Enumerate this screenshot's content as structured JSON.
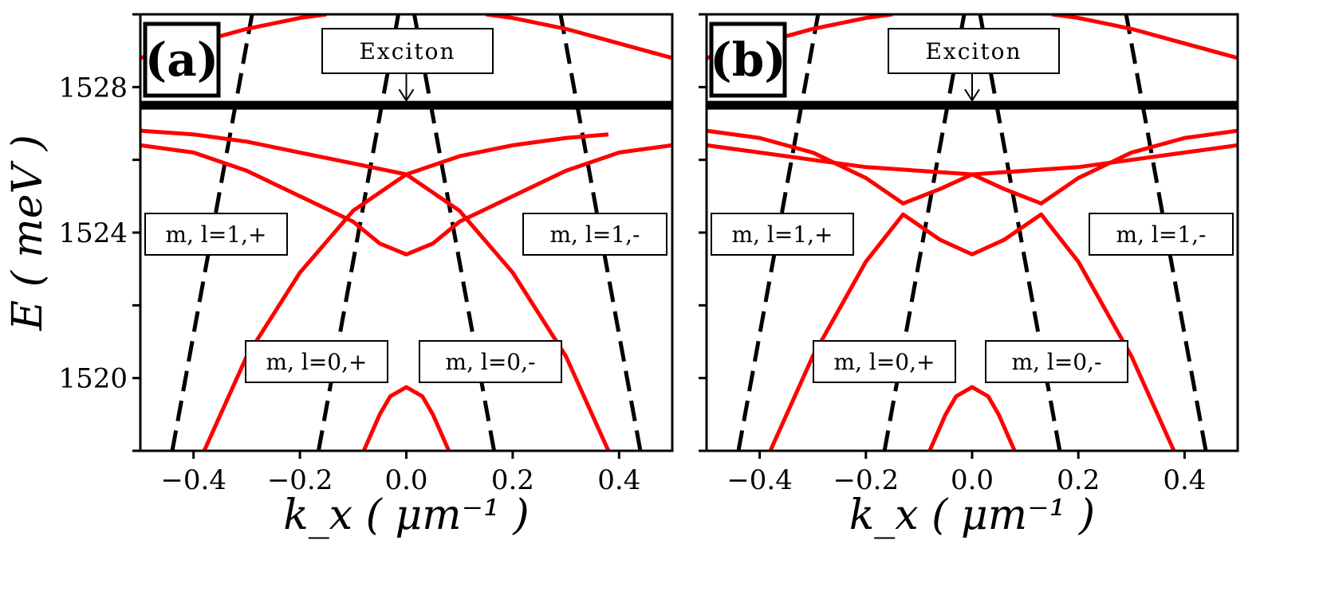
{
  "chart_data": [
    {
      "type": "line",
      "panel_label": "(a)",
      "xlabel": "k_x ( μm⁻¹ )",
      "ylabel": "E ( meV )",
      "xlim": [
        -0.5,
        0.5
      ],
      "ylim": [
        1518,
        1530
      ],
      "xticks": [
        -0.4,
        -0.2,
        0.0,
        0.2,
        0.4
      ],
      "xtick_labels": [
        "−0.4",
        "−0.2",
        "0.0",
        "0.2",
        "0.4"
      ],
      "yticks": [
        1520,
        1524,
        1528
      ],
      "ytick_labels": [
        "1520",
        "1524",
        "1528"
      ],
      "grid": false,
      "exciton_energy": 1527.5,
      "annotations": [
        {
          "text": "Exciton",
          "arrow_to": [
            0.0,
            1527.5
          ]
        },
        {
          "text": "m, l=1,+"
        },
        {
          "text": "m, l=1,-"
        },
        {
          "text": "m, l=0,+"
        },
        {
          "text": "m, l=0,-"
        }
      ],
      "series": [
        {
          "style": "dashed",
          "color": "#000000",
          "x": [
            -0.44,
            -0.29
          ],
          "y": [
            1518,
            1530
          ]
        },
        {
          "style": "dashed",
          "color": "#000000",
          "x": [
            -0.165,
            -0.015
          ],
          "y": [
            1518,
            1530
          ]
        },
        {
          "style": "dashed",
          "color": "#000000",
          "x": [
            0.165,
            0.015
          ],
          "y": [
            1518,
            1530
          ]
        },
        {
          "style": "dashed",
          "color": "#000000",
          "x": [
            0.44,
            0.29
          ],
          "y": [
            1518,
            1530
          ]
        },
        {
          "style": "solid",
          "color": "#ff0000",
          "x": [
            -0.38,
            -0.3,
            -0.2,
            -0.1,
            0.0,
            0.1,
            0.2,
            0.3,
            0.38
          ],
          "y": [
            1518,
            1520.6,
            1522.9,
            1524.6,
            1525.6,
            1526.1,
            1526.4,
            1526.6,
            1526.7
          ]
        },
        {
          "style": "solid",
          "color": "#ff0000",
          "x": [
            -0.5,
            -0.4,
            -0.3,
            -0.2,
            -0.1,
            0.0,
            0.1,
            0.2,
            0.3,
            0.38
          ],
          "y": [
            1526.8,
            1526.7,
            1526.5,
            1526.2,
            1525.9,
            1525.6,
            1524.6,
            1522.9,
            1520.6,
            1518
          ]
        },
        {
          "style": "solid",
          "color": "#ff0000",
          "x": [
            -0.5,
            -0.4,
            -0.3,
            -0.2,
            -0.1,
            -0.05,
            0.0,
            0.05,
            0.1,
            0.2,
            0.3,
            0.4,
            0.5
          ],
          "y": [
            1526.4,
            1526.2,
            1525.7,
            1525.0,
            1524.3,
            1523.7,
            1523.4,
            1523.7,
            1524.3,
            1525.0,
            1525.7,
            1526.2,
            1526.4
          ]
        },
        {
          "style": "solid",
          "color": "#ff0000",
          "x": [
            -0.08,
            -0.05,
            -0.03,
            0.0,
            0.03,
            0.05,
            0.08
          ],
          "y": [
            1518,
            1519.0,
            1519.5,
            1519.75,
            1519.5,
            1519.0,
            1518
          ]
        },
        {
          "style": "solid",
          "color": "#ff0000",
          "x": [
            -0.5,
            -0.4,
            -0.3,
            -0.2,
            -0.15
          ],
          "y": [
            1528.8,
            1529.2,
            1529.6,
            1529.9,
            1530
          ]
        },
        {
          "style": "solid",
          "color": "#ff0000",
          "x": [
            0.15,
            0.2,
            0.3,
            0.4,
            0.5
          ],
          "y": [
            1530,
            1529.9,
            1529.6,
            1529.2,
            1528.8
          ]
        }
      ]
    },
    {
      "type": "line",
      "panel_label": "(b)",
      "xlabel": "k_x ( μm⁻¹ )",
      "ylabel": "",
      "xlim": [
        -0.5,
        0.5
      ],
      "ylim": [
        1518,
        1530
      ],
      "xticks": [
        -0.4,
        -0.2,
        0.0,
        0.2,
        0.4
      ],
      "xtick_labels": [
        "−0.4",
        "−0.2",
        "0.0",
        "0.2",
        "0.4"
      ],
      "yticks": [
        1520,
        1524,
        1528
      ],
      "ytick_labels": [
        "",
        "",
        ""
      ],
      "grid": false,
      "exciton_energy": 1527.5,
      "annotations": [
        {
          "text": "Exciton",
          "arrow_to": [
            0.0,
            1527.5
          ]
        },
        {
          "text": "m, l=1,+"
        },
        {
          "text": "m, l=1,-"
        },
        {
          "text": "m, l=0,+"
        },
        {
          "text": "m, l=0,-"
        }
      ],
      "series": [
        {
          "style": "dashed",
          "color": "#000000",
          "x": [
            -0.44,
            -0.29
          ],
          "y": [
            1518,
            1530
          ]
        },
        {
          "style": "dashed",
          "color": "#000000",
          "x": [
            -0.165,
            -0.015
          ],
          "y": [
            1518,
            1530
          ]
        },
        {
          "style": "dashed",
          "color": "#000000",
          "x": [
            0.165,
            0.015
          ],
          "y": [
            1518,
            1530
          ]
        },
        {
          "style": "dashed",
          "color": "#000000",
          "x": [
            0.44,
            0.29
          ],
          "y": [
            1518,
            1530
          ]
        },
        {
          "style": "solid",
          "color": "#ff0000",
          "x": [
            -0.5,
            -0.4,
            -0.3,
            -0.2,
            -0.13,
            -0.06,
            0.0,
            0.06,
            0.13,
            0.2,
            0.3,
            0.4,
            0.5
          ],
          "y": [
            1526.8,
            1526.6,
            1526.2,
            1525.5,
            1524.8,
            1525.2,
            1525.6,
            1525.2,
            1524.8,
            1525.5,
            1526.2,
            1526.6,
            1526.8
          ]
        },
        {
          "style": "solid",
          "color": "#ff0000",
          "x": [
            -0.5,
            -0.4,
            -0.3,
            -0.2,
            -0.1,
            0.0,
            0.1,
            0.2,
            0.3,
            0.4,
            0.5
          ],
          "y": [
            1526.4,
            1526.2,
            1526.0,
            1525.8,
            1525.7,
            1525.6,
            1525.7,
            1525.8,
            1526.0,
            1526.2,
            1526.4
          ]
        },
        {
          "style": "solid",
          "color": "#ff0000",
          "x": [
            -0.38,
            -0.3,
            -0.2,
            -0.13,
            -0.06,
            0.0,
            0.06,
            0.13,
            0.2,
            0.3,
            0.38
          ],
          "y": [
            1518,
            1520.6,
            1523.2,
            1524.5,
            1523.8,
            1523.4,
            1523.8,
            1524.5,
            1523.2,
            1520.6,
            1518
          ]
        },
        {
          "style": "solid",
          "color": "#ff0000",
          "x": [
            -0.08,
            -0.05,
            -0.03,
            0.0,
            0.03,
            0.05,
            0.08
          ],
          "y": [
            1518,
            1519.0,
            1519.5,
            1519.75,
            1519.5,
            1519.0,
            1518
          ]
        },
        {
          "style": "solid",
          "color": "#ff0000",
          "x": [
            -0.5,
            -0.4,
            -0.3,
            -0.2,
            -0.15
          ],
          "y": [
            1528.8,
            1529.2,
            1529.6,
            1529.9,
            1530
          ]
        },
        {
          "style": "solid",
          "color": "#ff0000",
          "x": [
            0.15,
            0.2,
            0.3,
            0.4,
            0.5
          ],
          "y": [
            1530,
            1529.9,
            1529.6,
            1529.2,
            1528.8
          ]
        }
      ]
    }
  ]
}
